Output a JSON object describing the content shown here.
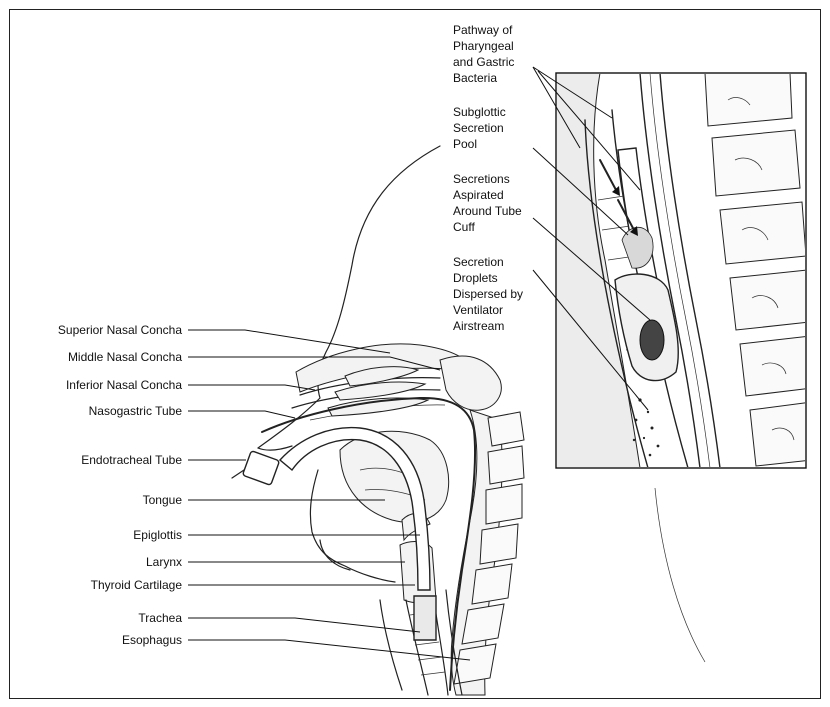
{
  "figure": {
    "left_labels": [
      "Superior Nasal Concha",
      "Middle Nasal Concha",
      "Inferior Nasal Concha",
      "Nasogastric Tube",
      "Endotracheal Tube",
      "Tongue",
      "Epiglottis",
      "Larynx",
      "Thyroid Cartilage",
      "Trachea",
      "Esophagus"
    ],
    "inset_labels": [
      [
        "Pathway of",
        "Pharyngeal",
        "and Gastric",
        "Bacteria"
      ],
      [
        "Subglottic",
        "Secretion",
        "Pool"
      ],
      [
        "Secretions",
        "Aspirated",
        "Around Tube",
        "Cuff"
      ],
      [
        "Secretion",
        "Droplets",
        "Dispersed by",
        "Ventilator",
        "Airstream"
      ]
    ]
  },
  "colors": {
    "ink": "#222222",
    "background": "#ffffff"
  }
}
